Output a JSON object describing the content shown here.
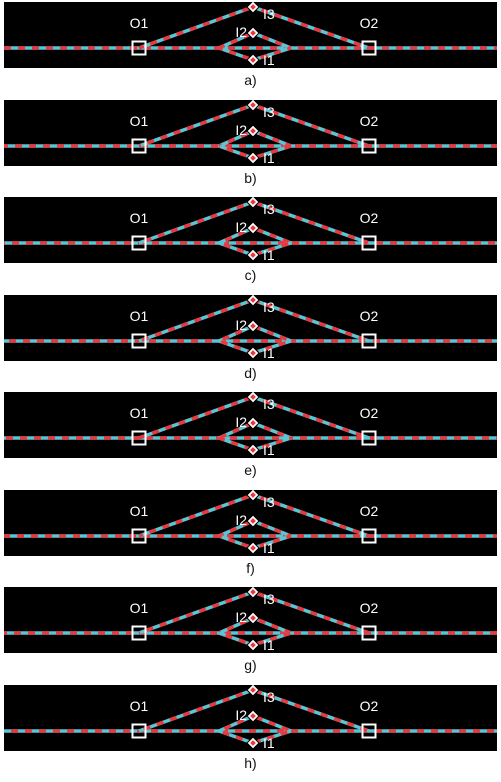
{
  "colors": {
    "background": "#000000",
    "dash_a": "#e8393f",
    "dash_b": "#5bc5d4",
    "marker": "#ffffff"
  },
  "node_labels": {
    "o1": "O1",
    "o2": "O2",
    "i1": "I1",
    "i2": "I2",
    "i3": "I3"
  },
  "marker_shapes": {
    "o1": "square",
    "o2": "square",
    "i1": "diamond",
    "i2": "diamond",
    "i3": "diamond"
  },
  "panels": [
    {
      "label": "a)"
    },
    {
      "label": "b)"
    },
    {
      "label": "c)"
    },
    {
      "label": "d)"
    },
    {
      "label": "e)"
    },
    {
      "label": "f)"
    },
    {
      "label": "g)"
    },
    {
      "label": "h)"
    }
  ]
}
